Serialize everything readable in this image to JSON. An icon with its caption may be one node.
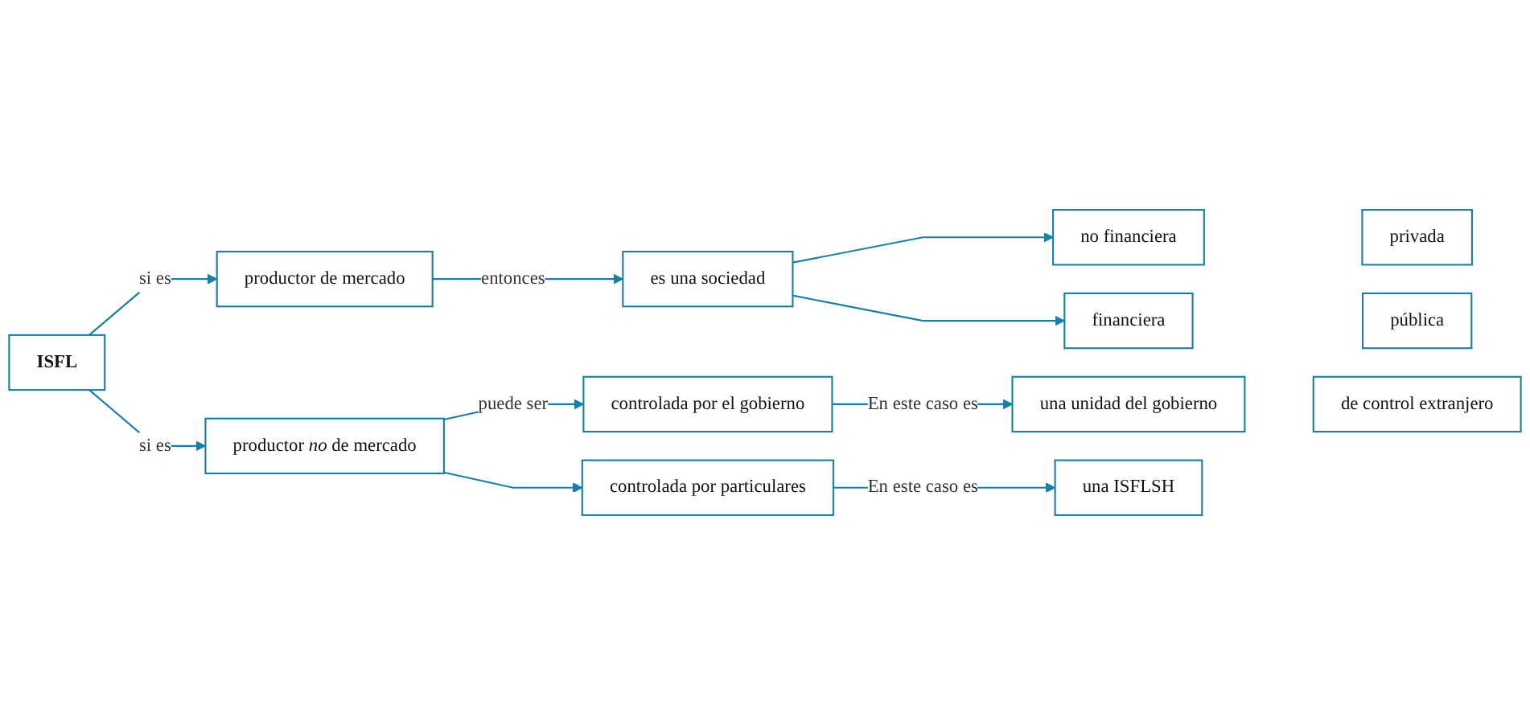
{
  "diagram": {
    "nodes": [
      {
        "text": [
          "ISFL"
        ]
      },
      {
        "text": [
          "productor de mercado"
        ]
      },
      {
        "text": [
          "es una sociedad"
        ]
      },
      {
        "text": [
          "no financiera"
        ]
      },
      {
        "text": [
          "financiera"
        ]
      },
      {
        "text": [
          "privada"
        ]
      },
      {
        "text": [
          "pública"
        ]
      },
      {
        "text": [
          "de control extranjero"
        ]
      },
      {
        "text": [
          "productor *no* de mercado"
        ]
      },
      {
        "text": [
          "controlada por el gobierno"
        ]
      },
      {
        "text": [
          "controlada por particulares"
        ]
      },
      {
        "text": [
          "una unidad del gobierno"
        ]
      },
      {
        "text": [
          "una ISFLSH"
        ]
      }
    ],
    "edges": [
      {
        "from": 0,
        "to": 1,
        "arrow": "to",
        "label": "si es"
      },
      {
        "from": 0,
        "to": 8,
        "arrow": "to",
        "label": "si es"
      },
      {
        "from": 1,
        "to": 2,
        "arrow": "to",
        "label": "entonces"
      },
      {
        "from": 2,
        "to": 3,
        "arrow": "to"
      },
      {
        "from": 2,
        "to": 4,
        "arrow": "to"
      },
      {
        "from": 8,
        "to": 9,
        "arrow": "to",
        "label": "puede ser"
      },
      {
        "from": 8,
        "to": 10,
        "arrow": "to"
      },
      {
        "from": 9,
        "to": 11,
        "arrow": "to",
        "label": "En este caso es"
      },
      {
        "from": 10,
        "to": 12,
        "arrow": "to",
        "label": "En este caso es"
      }
    ]
  }
}
